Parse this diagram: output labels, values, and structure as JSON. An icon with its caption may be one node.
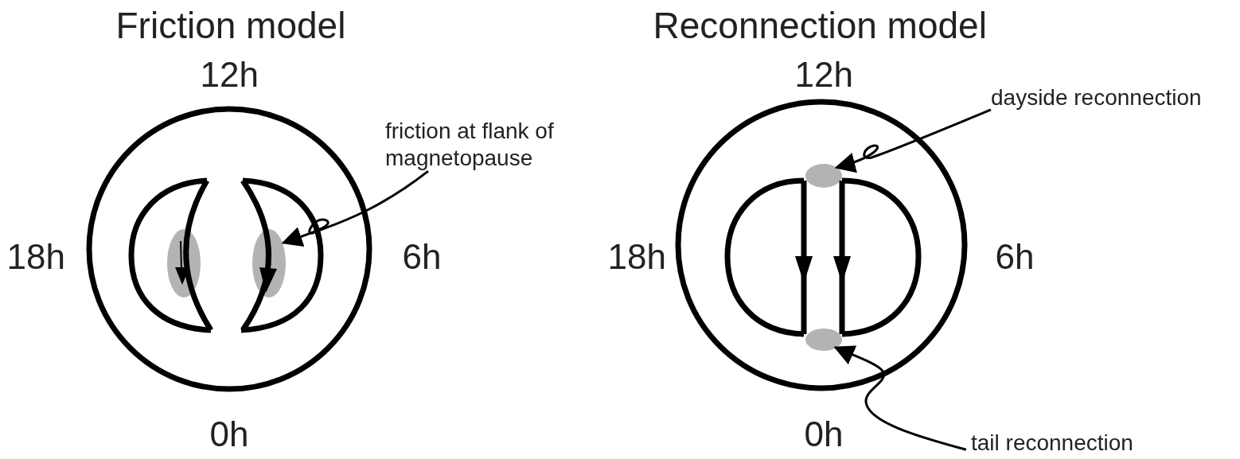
{
  "diagram": {
    "nodes": [
      {
        "text": [
          "friction at flank of magnetopause"
        ]
      },
      {
        "text": [],
        "shape": "ellipse"
      },
      {
        "text": [],
        "shape": "ellipse"
      },
      {
        "text": [
          "dayside reconnection"
        ]
      },
      {
        "text": [],
        "shape": "ellipse"
      },
      {
        "text": [],
        "shape": "ellipse"
      },
      {
        "text": [
          "tail reconnection"
        ]
      }
    ],
    "edges": [
      {
        "from": 0,
        "to": 2,
        "arrow": "to"
      },
      {
        "from": 3,
        "to": 4,
        "arrow": "to"
      },
      {
        "from": 6,
        "to": 5,
        "arrow": "to"
      }
    ],
    "labels": [
      "Friction model",
      "Reconnection model",
      "12h",
      "12h",
      "18h",
      "6h",
      "18h",
      "6h",
      "0h",
      "0h"
    ]
  }
}
